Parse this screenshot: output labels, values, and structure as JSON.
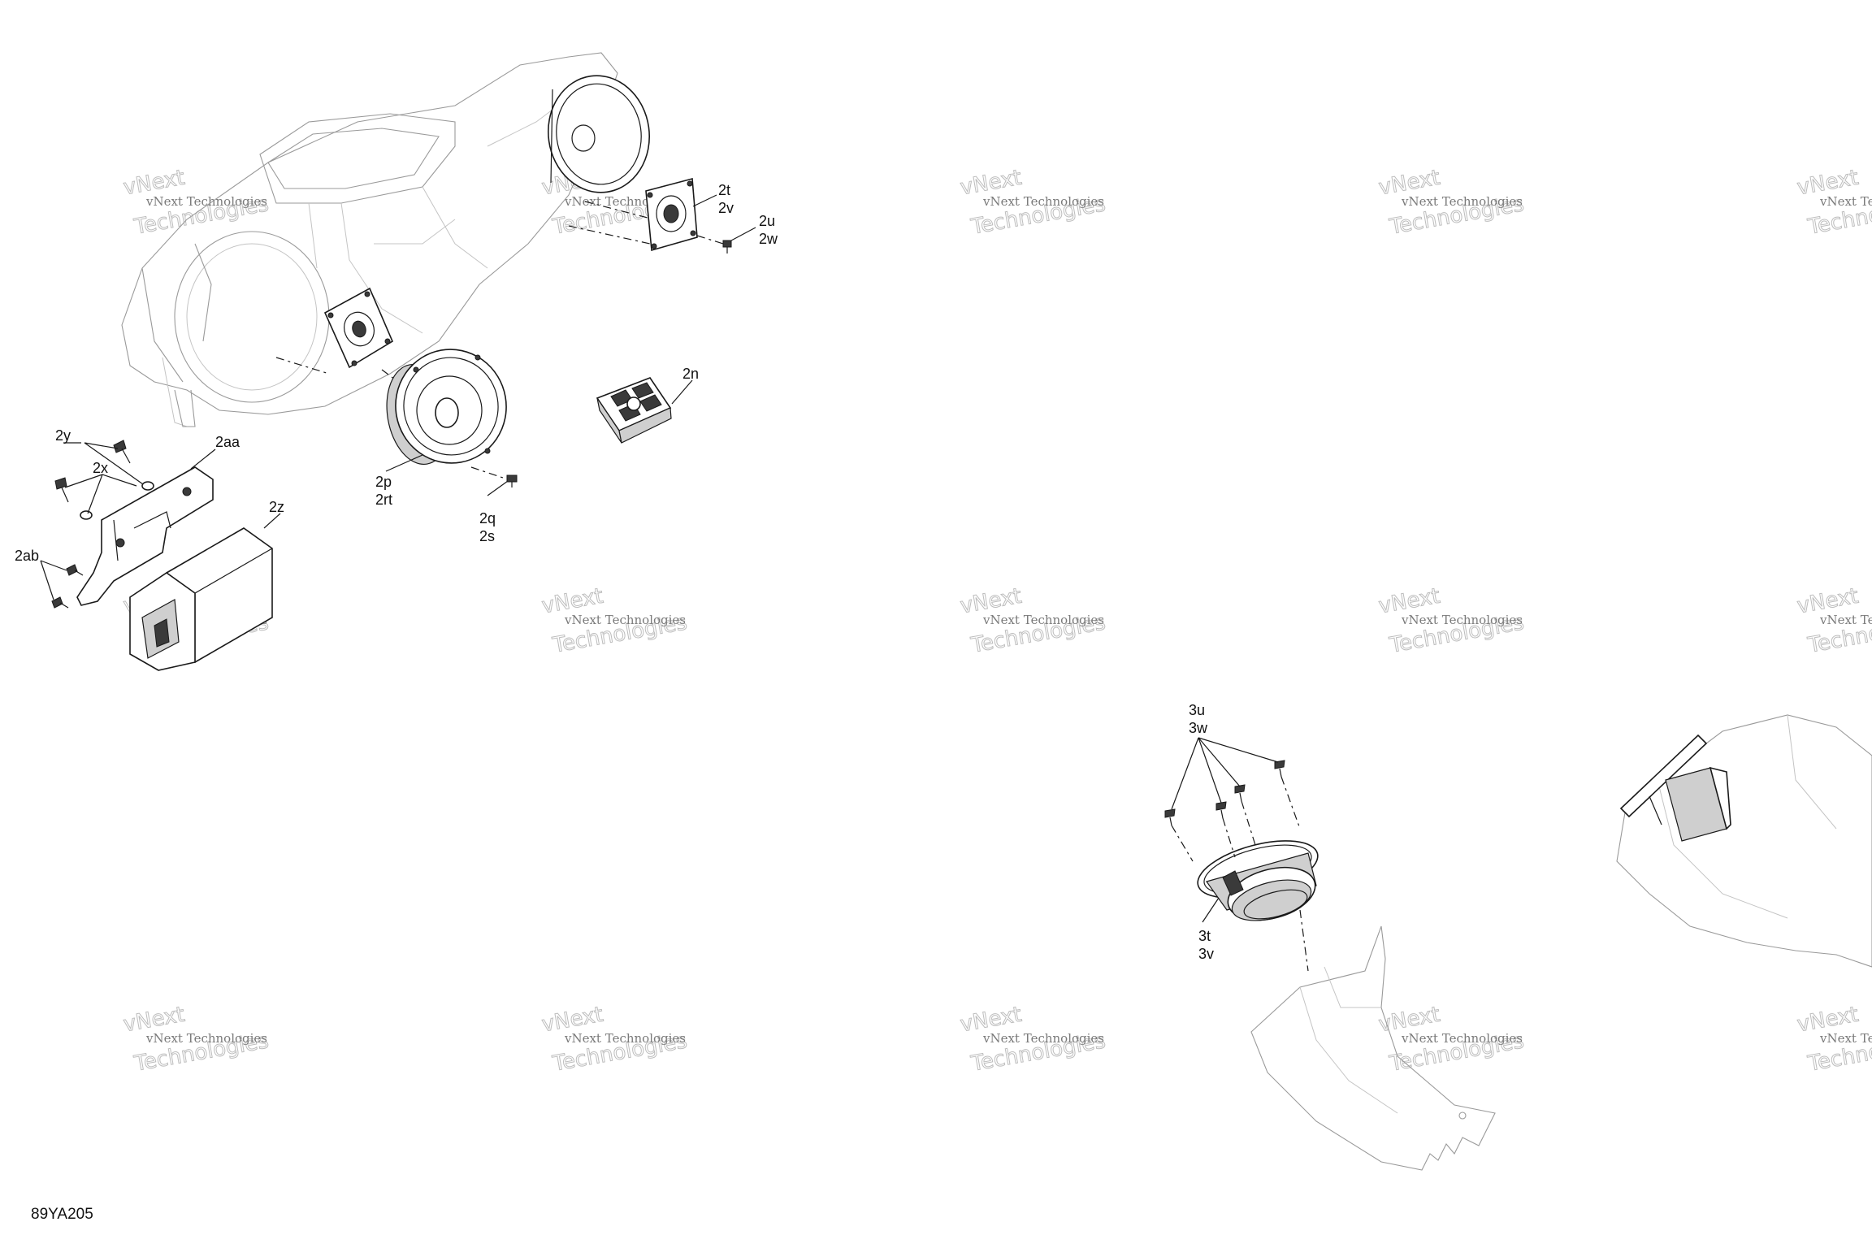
{
  "figure_ref": "89YA205",
  "watermark": {
    "line1": "vNext Technologies",
    "line2": "Technologies",
    "overlay": "vNext"
  },
  "callouts": {
    "c_2t_2v": [
      "2t",
      "2v"
    ],
    "c_2u_2w": [
      "2u",
      "2w"
    ],
    "c_2n": [
      "2n"
    ],
    "c_2y": [
      "2y"
    ],
    "c_2aa": [
      "2aa"
    ],
    "c_2x": [
      "2x"
    ],
    "c_2z": [
      "2z"
    ],
    "c_2ab": [
      "2ab"
    ],
    "c_2p_2rt": [
      "2p",
      "2rt"
    ],
    "c_2q_2s": [
      "2q",
      "2s"
    ],
    "c_3u_3w": [
      "3u",
      "3w"
    ],
    "c_3t_3v": [
      "3t",
      "3v"
    ]
  }
}
